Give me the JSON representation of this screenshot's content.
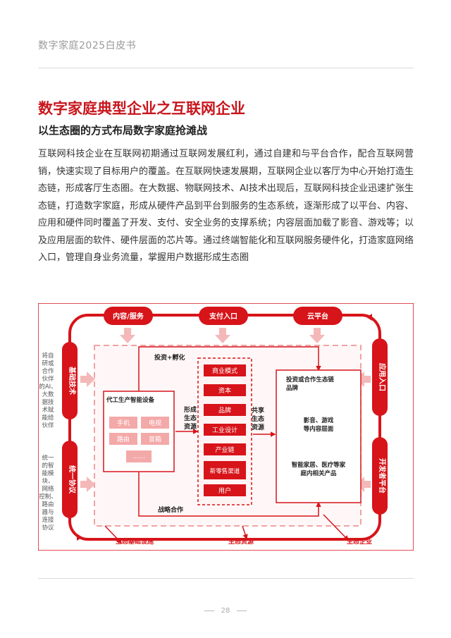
{
  "header": {
    "doc_title": "数字家庭2025白皮书"
  },
  "section": {
    "title": "数字家庭典型企业之互联网企业",
    "subtitle": "以生态圈的方式布局数字家庭抢滩战",
    "body": "互联网科技企业在互联网初期通过互联网发展红利，通过自建和与平台合作，配合互联网营销，快速实现了目标用户的覆盖。在互联网快速发展期，互联网企业以客厅为中心开始打造生态链，形成客厅生态圈。在大数据、物联网技术、AI技术出现后，互联网科技企业迅速扩张生态链，打造数字家庭，形成从硬件产品到平台到服务的生态系统，逐渐形成了以平台、内容、应用和硬件同时覆盖了开发、支付、安全业务的支撑系统；内容层面加载了影音、游戏等；以及应用层面的软件、硬件层面的芯片等。通过终端智能化和互联网服务硬件化，打造家庭网络入口，管理自身业务流量，掌握用户数据形成生态圈"
  },
  "diagram": {
    "top_nodes": [
      "内容/服务",
      "支付入口",
      "云平台"
    ],
    "left_nodes": [
      "基础技术",
      "统一协议"
    ],
    "right_nodes": [
      "应用入口",
      "开发者平台"
    ],
    "bottom_labels": [
      "生态基础设施",
      "生态资源",
      "生态企业"
    ],
    "left_notes": [
      [
        "将自",
        "研或",
        "合作",
        "伙伴",
        "的AI、",
        "大数",
        "据技",
        "术赋",
        "能给",
        "伙伴"
      ],
      [
        "统一",
        "的智",
        "能模",
        "块、",
        "网络",
        "控制、",
        "路由",
        "器与",
        "连接",
        "协议"
      ]
    ],
    "invest_label": "投资+孵化",
    "strategic_label": "战略合作",
    "oem": {
      "title": "代工生产智能设备",
      "items": [
        "手机",
        "电视",
        "路由",
        "音箱"
      ],
      "more": "……"
    },
    "form_label": [
      "形成",
      "生态",
      "资源"
    ],
    "share_label": [
      "共享",
      "生态",
      "资源"
    ],
    "resources": [
      "商业模式",
      "资本",
      "品牌",
      "工业设计",
      "产业链",
      "新零售渠道",
      "用户"
    ],
    "right_box": {
      "line1a": "投资或合作生态链",
      "line1b": "品牌",
      "line2a": "影音、游戏",
      "line2b": "等内容层面",
      "line3a": "智能家居、医疗等家",
      "line3b": "庭内相关产品"
    },
    "colors": {
      "accent": "#d7141a",
      "pink": "#f4b8b8",
      "panel": "#fff3f3"
    }
  },
  "footer": {
    "page_number": "28"
  }
}
